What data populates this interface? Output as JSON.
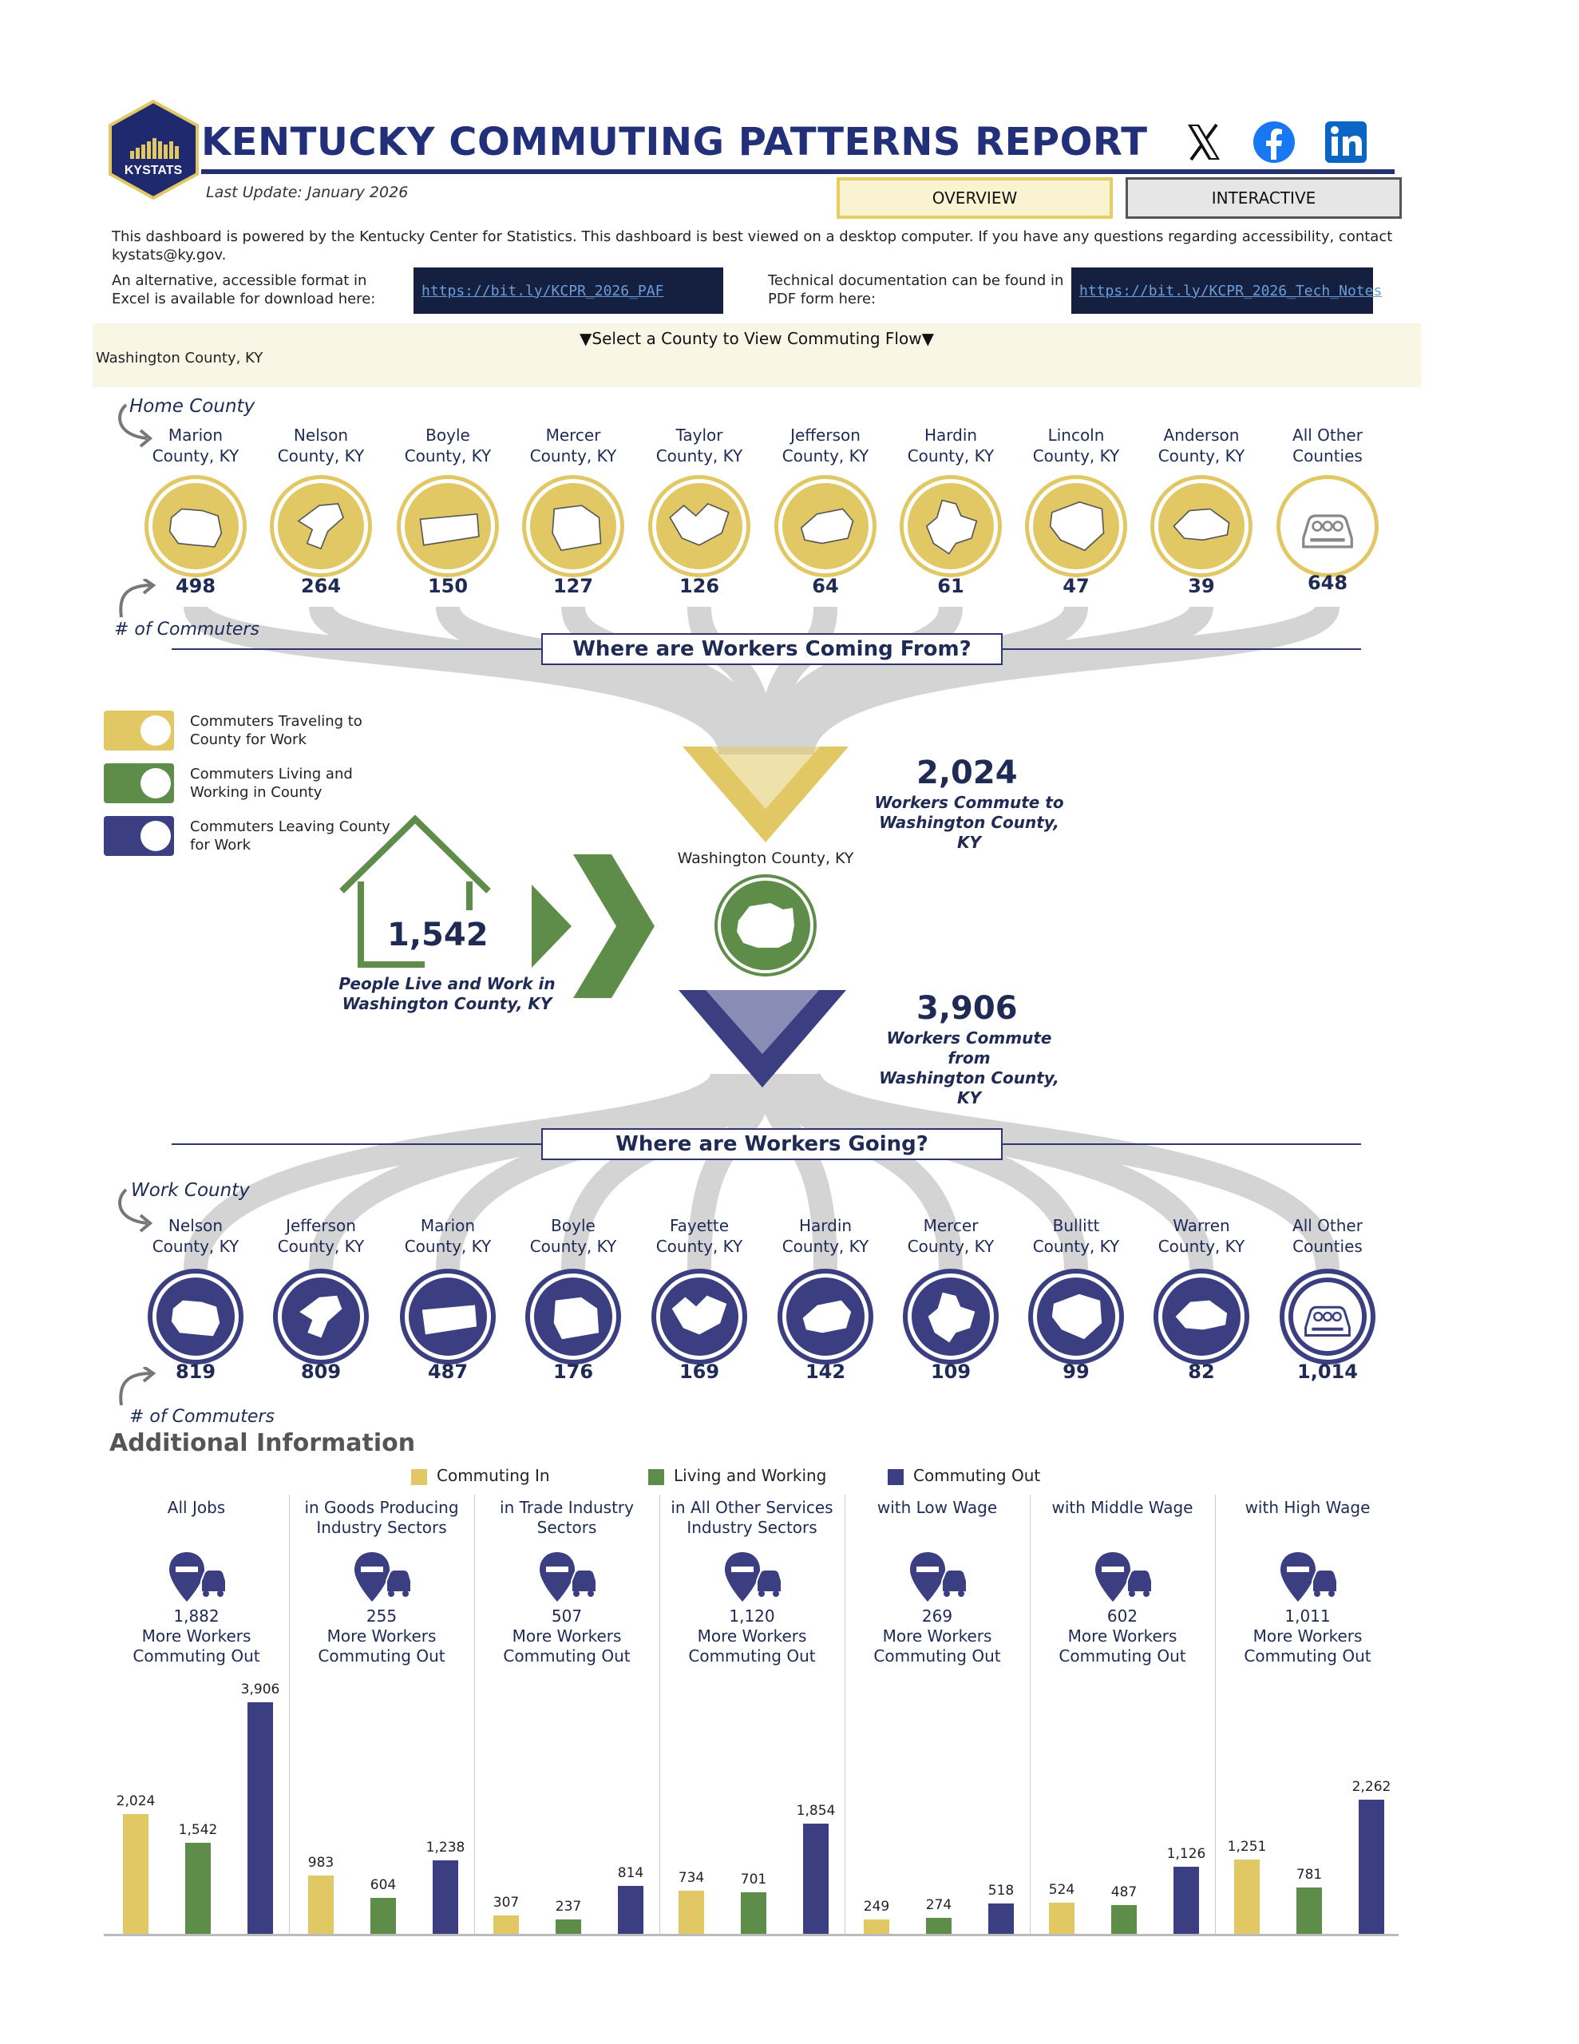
{
  "header": {
    "title": "KENTUCKY COMMUTING PATTERNS REPORT",
    "logo_text": "KYSTATS",
    "last_update": "Last Update: January 2026",
    "social_icons": [
      "x-icon",
      "facebook-icon",
      "linkedin-icon"
    ],
    "tabs": {
      "overview": "OVERVIEW",
      "interactive": "INTERACTIVE"
    }
  },
  "info": {
    "description": "This dashboard is powered by the Kentucky Center for Statistics. This dashboard is best viewed on a desktop computer. If you have any questions regarding accessibility, contact kystats@ky.gov.",
    "alt_format_label": "An alternative, accessible format in Excel is available for download here:",
    "alt_format_link": "https://bit.ly/KCPR_2026_PAF",
    "tech_doc_label": "Technical documentation can be found in PDF form here:",
    "tech_doc_link": "https://bit.ly/KCPR_2026_Tech_Notes"
  },
  "selector": {
    "label": "▼Select a County to View Commuting Flow▼",
    "value": "Washington County, KY"
  },
  "home_section": {
    "tag": "Home County",
    "count_tag": "# of Commuters",
    "banner": "Where are Workers Coming From?",
    "counties": [
      {
        "name": "Marion\nCounty, KY",
        "count": "498"
      },
      {
        "name": "Nelson\nCounty, KY",
        "count": "264"
      },
      {
        "name": "Boyle\nCounty, KY",
        "count": "150"
      },
      {
        "name": "Mercer\nCounty, KY",
        "count": "127"
      },
      {
        "name": "Taylor\nCounty, KY",
        "count": "126"
      },
      {
        "name": "Jefferson\nCounty, KY",
        "count": "64"
      },
      {
        "name": "Hardin\nCounty, KY",
        "count": "61"
      },
      {
        "name": "Lincoln\nCounty, KY",
        "count": "47"
      },
      {
        "name": "Anderson\nCounty, KY",
        "count": "39"
      },
      {
        "name": "All Other\nCounties",
        "count": "648"
      }
    ]
  },
  "legend": [
    {
      "label": "Commuters Traveling to\nCounty for Work",
      "color": "#e1c865"
    },
    {
      "label": "Commuters Living and\nWorking in County",
      "color": "#5e8d4a"
    },
    {
      "label": "Commuters Leaving County\nfor Work",
      "color": "#3b3f82"
    }
  ],
  "center": {
    "county": "Washington County, KY",
    "in_number": "2,024",
    "in_caption": "Workers Commute to\nWashington County, KY",
    "live_number": "1,542",
    "live_caption": "People Live and Work in\nWashington County, KY",
    "out_number": "3,906",
    "out_caption": "Workers Commute from\nWashington County, KY"
  },
  "work_section": {
    "tag": "Work County",
    "count_tag": "# of Commuters",
    "banner": "Where are Workers Going?",
    "counties": [
      {
        "name": "Nelson\nCounty, KY",
        "count": "819"
      },
      {
        "name": "Jefferson\nCounty, KY",
        "count": "809"
      },
      {
        "name": "Marion\nCounty, KY",
        "count": "487"
      },
      {
        "name": "Boyle\nCounty, KY",
        "count": "176"
      },
      {
        "name": "Fayette\nCounty, KY",
        "count": "169"
      },
      {
        "name": "Hardin\nCounty, KY",
        "count": "142"
      },
      {
        "name": "Mercer\nCounty, KY",
        "count": "109"
      },
      {
        "name": "Bullitt\nCounty, KY",
        "count": "99"
      },
      {
        "name": "Warren\nCounty, KY",
        "count": "82"
      },
      {
        "name": "All Other\nCounties",
        "count": "1,014"
      }
    ]
  },
  "additional": {
    "title": "Additional Information",
    "keys": [
      {
        "label": "Commuting In",
        "color": "#e1c865"
      },
      {
        "label": "Living and Working",
        "color": "#5e8d4a"
      },
      {
        "label": "Commuting Out",
        "color": "#3b3f82"
      }
    ],
    "caption_suffix": "More Workers\nCommuting Out"
  },
  "chart_data": {
    "type": "bar",
    "series": [
      {
        "name": "Commuting In",
        "values": [
          2024,
          983,
          307,
          734,
          249,
          524,
          1251
        ]
      },
      {
        "name": "Living and Working",
        "values": [
          1542,
          604,
          237,
          701,
          274,
          487,
          781
        ]
      },
      {
        "name": "Commuting Out",
        "values": [
          3906,
          1238,
          814,
          1854,
          518,
          1126,
          2262
        ]
      }
    ],
    "categories": [
      "All Jobs",
      "in Goods Producing\nIndustry Sectors",
      "in Trade Industry\nSectors",
      "in All Other Services\nIndustry Sectors",
      "with Low Wage",
      "with Middle Wage",
      "with High Wage"
    ],
    "labels": [
      [
        "2,024",
        "1,542",
        "3,906"
      ],
      [
        "983",
        "604",
        "1,238"
      ],
      [
        "307",
        "237",
        "814"
      ],
      [
        "734",
        "701",
        "1,854"
      ],
      [
        "249",
        "274",
        "518"
      ],
      [
        "524",
        "487",
        "1,126"
      ],
      [
        "1,251",
        "781",
        "2,262"
      ]
    ],
    "differences": [
      "1,882",
      "255",
      "507",
      "1,120",
      "269",
      "602",
      "1,011"
    ],
    "ylim": [
      0,
      3906
    ]
  }
}
